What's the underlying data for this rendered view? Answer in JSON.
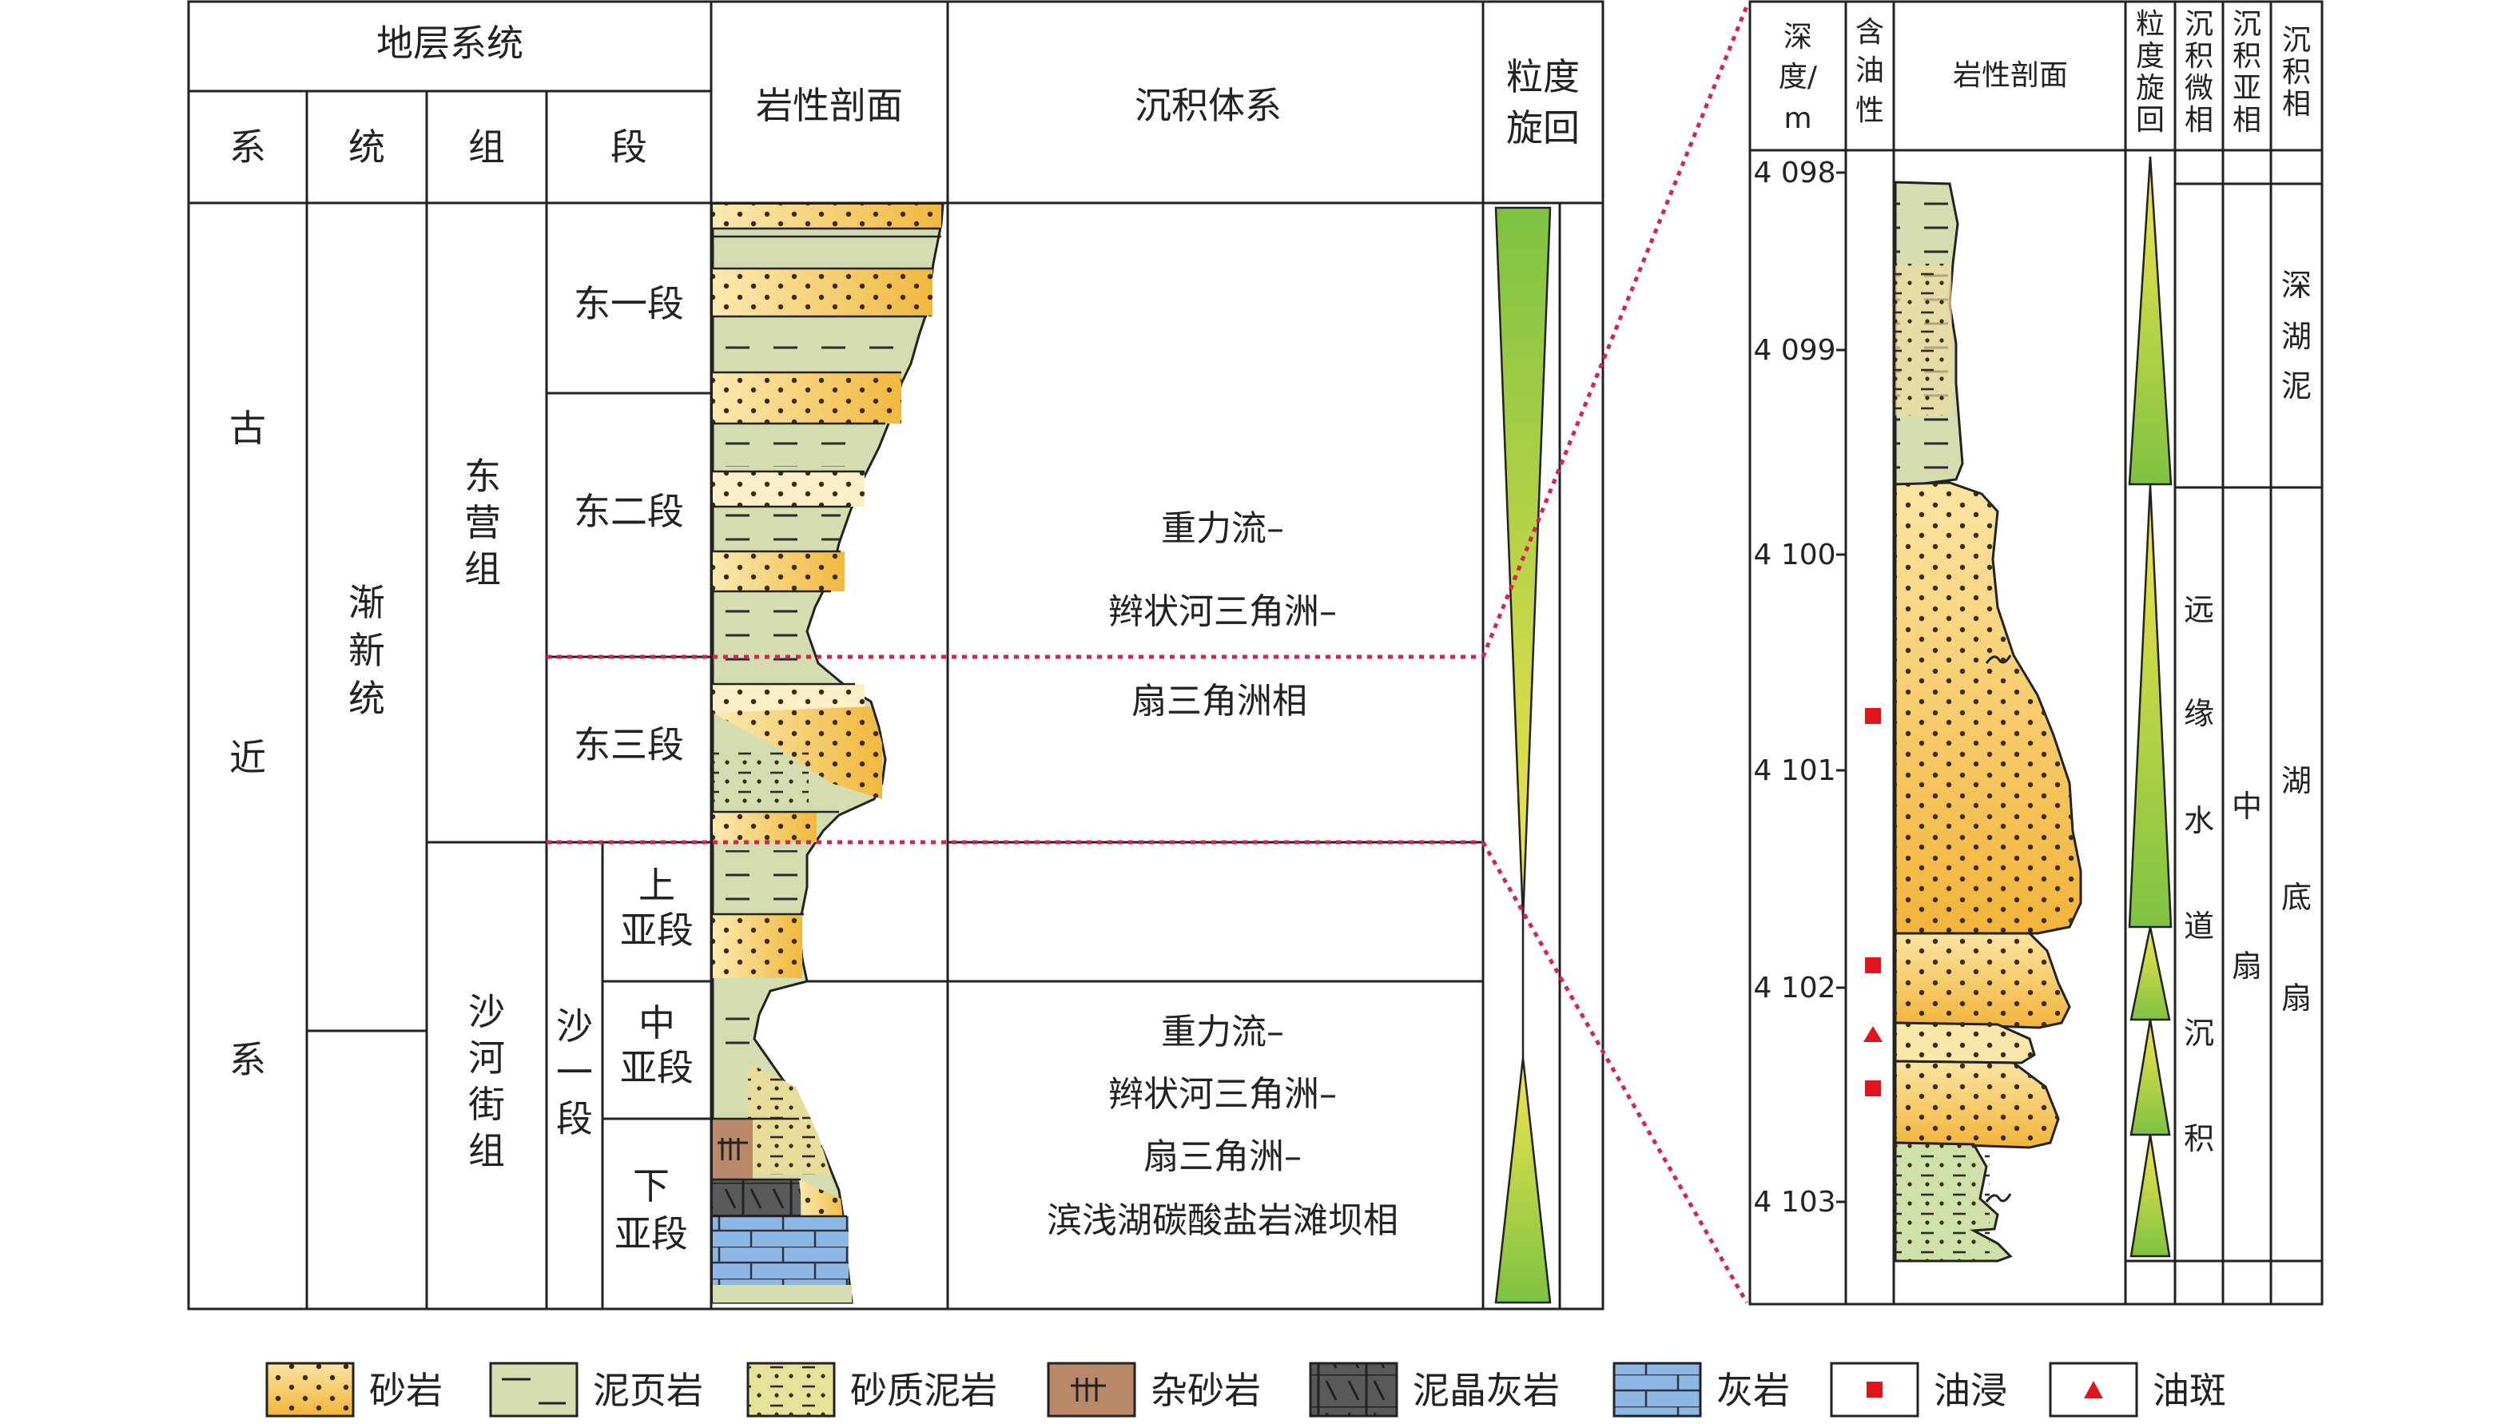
{
  "left_table": {
    "header": {
      "strat_system": "地层系统",
      "xi": "系",
      "tong": "统",
      "zu": "组",
      "duan": "段",
      "lithology_section": "岩性剖面",
      "sedimentary_system": "沉积体系",
      "grain_cycle": [
        "粒度",
        "旋回"
      ]
    },
    "xi_chars": [
      "古",
      "近",
      "系"
    ],
    "tong_chars": [
      "渐",
      "新",
      "统"
    ],
    "dongying_chars": [
      "东",
      "营",
      "组"
    ],
    "shahejie_chars": [
      "沙",
      "河",
      "街",
      "组"
    ],
    "sha1_chars": [
      "沙",
      "一",
      "段"
    ],
    "segments": {
      "dong1": "东一段",
      "dong2": "东二段",
      "dong3": "东三段"
    },
    "sub_segments": {
      "upper": [
        "上",
        "亚段"
      ],
      "middle": [
        "中",
        "亚段"
      ],
      "lower": [
        "下",
        "亚段"
      ]
    },
    "facies_upper": [
      "重力流–",
      "辫状河三角洲–",
      "扇三角洲相"
    ],
    "facies_lower": [
      "重力流–",
      "辫状河三角洲–",
      "扇三角洲–",
      "滨浅湖碳酸盐岩滩坝相"
    ]
  },
  "right_table": {
    "header": {
      "depth": [
        "深",
        "度/",
        "m"
      ],
      "oil": [
        "含",
        "油",
        "性"
      ],
      "lithology": "岩性剖面",
      "cycle": [
        "粒",
        "度",
        "旋",
        "回"
      ],
      "micro": [
        "沉",
        "积",
        "微",
        "相"
      ],
      "subfacies": [
        "沉",
        "积",
        "亚",
        "相"
      ],
      "facies": [
        "沉",
        "积",
        "相"
      ]
    },
    "depth_ticks": [
      "4 098",
      "4 099",
      "4 100",
      "4 101",
      "4 102",
      "4 103"
    ],
    "micro_facies_chars": [
      "远",
      "缘",
      "水",
      "道",
      "沉",
      "积"
    ],
    "subfacies_chars": [
      "中",
      "扇"
    ],
    "facies_deep_chars": [
      "深",
      "湖",
      "泥"
    ],
    "facies_fan_chars": [
      "湖",
      "底",
      "扇"
    ],
    "oil_marks": [
      {
        "depth_m": 4100.75,
        "type": "油浸"
      },
      {
        "depth_m": 4101.9,
        "type": "油浸"
      },
      {
        "depth_m": 4102.2,
        "type": "油斑"
      },
      {
        "depth_m": 4102.45,
        "type": "油浸"
      }
    ]
  },
  "legend": [
    {
      "label": "砂岩",
      "pattern": "sandstone"
    },
    {
      "label": "泥页岩",
      "pattern": "mudshale"
    },
    {
      "label": "砂质泥岩",
      "pattern": "sandy-mudstone"
    },
    {
      "label": "杂砂岩",
      "pattern": "greywacke"
    },
    {
      "label": "泥晶灰岩",
      "pattern": "micritic-limestone"
    },
    {
      "label": "灰岩",
      "pattern": "limestone"
    },
    {
      "label": "油浸",
      "pattern": "oil-immersion"
    },
    {
      "label": "油斑",
      "pattern": "oil-spot"
    }
  ],
  "colors": {
    "sandstone": "#f2c14a",
    "mudshale": "#cfd9a8",
    "greywacke": "#b9896a",
    "micritic_limestone": "#555555",
    "limestone": "#8cb8e8",
    "oil_mark": "#e0141e",
    "link_line": "#d6244e",
    "cycle_green": "#8cc63f",
    "cycle_yellow": "#f3e34a"
  }
}
